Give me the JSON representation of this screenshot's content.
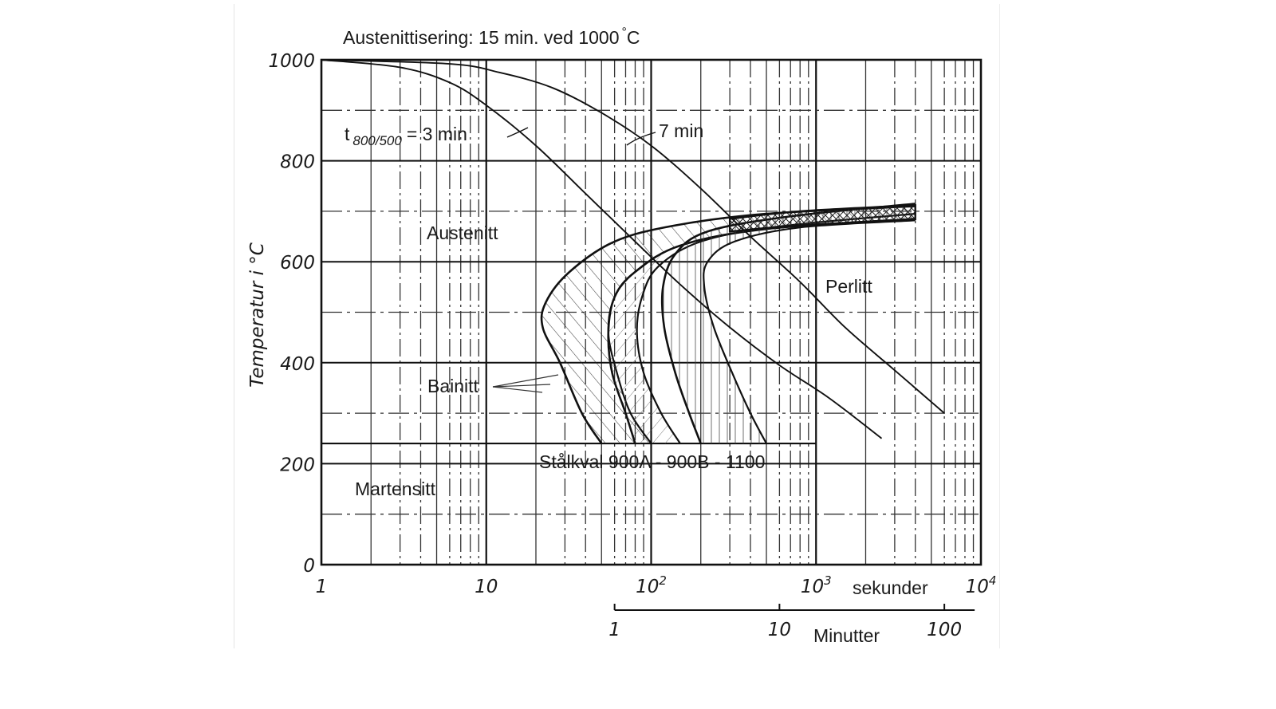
{
  "chart_data": {
    "type": "line",
    "title": "Austenittisering: 15 min. ved 1000 °C",
    "title_parts": {
      "main": "Austenittisering: 15 min. ved 1000",
      "degree": "°",
      "unit": "C"
    },
    "ylabel": "Temperatur i °C",
    "xlabel": "sekunder",
    "xlabel_secondary": "Minutter",
    "xscale": "log",
    "xlim": [
      1,
      10000
    ],
    "ylim": [
      0,
      1000
    ],
    "grid": true,
    "y_ticks": [
      {
        "value": 0,
        "label": "0"
      },
      {
        "value": 200,
        "label": "200"
      },
      {
        "value": 400,
        "label": "400"
      },
      {
        "value": 600,
        "label": "600"
      },
      {
        "value": 800,
        "label": "800"
      },
      {
        "value": 1000,
        "label": "1000"
      }
    ],
    "x_ticks": [
      {
        "value": 1,
        "label": "1",
        "sup": ""
      },
      {
        "value": 10,
        "label": "10",
        "sup": ""
      },
      {
        "value": 100,
        "label": "10",
        "sup": "2"
      },
      {
        "value": 1000,
        "label": "10",
        "sup": "3"
      },
      {
        "value": 10000,
        "label": "10",
        "sup": "4"
      }
    ],
    "minute_ticks": [
      {
        "value_min": 1,
        "label": "1"
      },
      {
        "value_min": 10,
        "label": "10"
      },
      {
        "value_min": 100,
        "label": "100"
      }
    ],
    "cooling_curves": [
      {
        "name": "t800/500 = 3 min",
        "label_prefix": "t",
        "label_sub": "800/500",
        "label_suffix": "= 3 min",
        "points": [
          [
            1,
            1000
          ],
          [
            3,
            985
          ],
          [
            6,
            955
          ],
          [
            10,
            910
          ],
          [
            20,
            830
          ],
          [
            40,
            735
          ],
          [
            80,
            640
          ],
          [
            150,
            555
          ],
          [
            300,
            470
          ],
          [
            600,
            395
          ],
          [
            1200,
            330
          ],
          [
            2500,
            250
          ]
        ]
      },
      {
        "name": "7 min",
        "label": "7 min",
        "points": [
          [
            1,
            1000
          ],
          [
            6,
            992
          ],
          [
            12,
            975
          ],
          [
            25,
            945
          ],
          [
            50,
            895
          ],
          [
            100,
            830
          ],
          [
            200,
            745
          ],
          [
            400,
            650
          ],
          [
            800,
            560
          ],
          [
            1500,
            470
          ],
          [
            3000,
            385
          ],
          [
            6000,
            300
          ]
        ]
      }
    ],
    "regions": [
      {
        "name": "Austenitt",
        "label": "Austenitt"
      },
      {
        "name": "Bainitt",
        "label": "Bainitt"
      },
      {
        "name": "Perlitt",
        "label": "Perlitt"
      },
      {
        "name": "Martensitt",
        "label": "Martensitt"
      }
    ],
    "martensite_start_temp": 240,
    "series": [
      {
        "name": "900A",
        "start": [
          [
            50,
            240
          ],
          [
            38,
            300
          ],
          [
            28,
            400
          ],
          [
            22,
            470
          ],
          [
            23,
            520
          ],
          [
            32,
            580
          ],
          [
            60,
            640
          ],
          [
            140,
            672
          ],
          [
            500,
            695
          ],
          [
            4000,
            710
          ]
        ],
        "finish": [
          [
            100,
            240
          ],
          [
            75,
            300
          ],
          [
            62,
            380
          ],
          [
            55,
            460
          ],
          [
            60,
            530
          ],
          [
            80,
            580
          ],
          [
            150,
            632
          ],
          [
            500,
            665
          ],
          [
            4000,
            685
          ]
        ]
      },
      {
        "name": "900B",
        "start": [
          [
            80,
            240
          ],
          [
            70,
            300
          ],
          [
            58,
            380
          ],
          [
            55,
            460
          ],
          [
            60,
            530
          ],
          [
            80,
            580
          ],
          [
            150,
            632
          ],
          [
            500,
            665
          ],
          [
            4000,
            685
          ]
        ],
        "finish": [
          [
            150,
            240
          ],
          [
            115,
            300
          ],
          [
            90,
            380
          ],
          [
            82,
            460
          ],
          [
            88,
            530
          ],
          [
            110,
            590
          ],
          [
            200,
            640
          ],
          [
            600,
            670
          ],
          [
            4000,
            695
          ]
        ]
      },
      {
        "name": "1100",
        "start": [
          [
            200,
            240
          ],
          [
            170,
            300
          ],
          [
            140,
            380
          ],
          [
            120,
            470
          ],
          [
            118,
            550
          ],
          [
            140,
            615
          ],
          [
            220,
            660
          ],
          [
            700,
            690
          ],
          [
            4000,
            715
          ]
        ],
        "finish": [
          [
            500,
            240
          ],
          [
            400,
            300
          ],
          [
            310,
            380
          ],
          [
            240,
            470
          ],
          [
            210,
            550
          ],
          [
            220,
            600
          ],
          [
            320,
            640
          ],
          [
            800,
            668
          ],
          [
            4000,
            682
          ]
        ]
      }
    ],
    "steel_grade_label": "Stålkval 900A - 900B - 1100"
  }
}
